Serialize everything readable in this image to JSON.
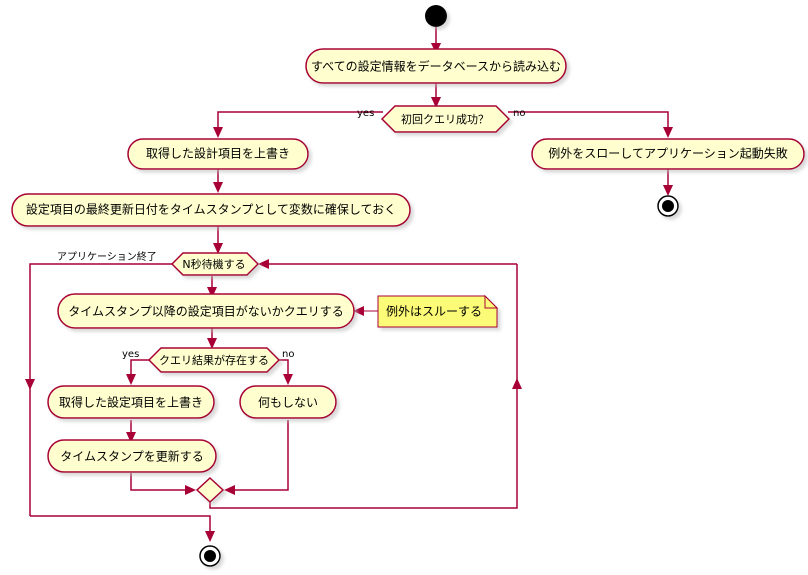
{
  "diagram": {
    "type": "activity-diagram",
    "title": "",
    "theme": {
      "node_fill": "#FEFECE",
      "node_stroke": "#A80036",
      "note_fill": "#FBFB77",
      "line_color": "#A80036",
      "background": "#FFFFFF",
      "text_color": "#000000"
    },
    "start_node": {
      "kind": "initial"
    },
    "activities": [
      {
        "id": "a1",
        "label": "すべての設定情報をデータベースから読み込む"
      },
      {
        "id": "a2",
        "label": "取得した設計項目を上書き"
      },
      {
        "id": "a3",
        "label": "設定項目の最終更新日付をタイムスタンプとして変数に確保しておく"
      },
      {
        "id": "a4",
        "label": "例外をスローしてアプリケーション起動失敗"
      },
      {
        "id": "a5",
        "label": "タイムスタンプ以降の設定項目がないかクエリする"
      },
      {
        "id": "a6",
        "label": "取得した設定項目を上書き"
      },
      {
        "id": "a7",
        "label": "何もしない"
      },
      {
        "id": "a8",
        "label": "タイムスタンプを更新する"
      }
    ],
    "decisions": [
      {
        "id": "d1",
        "label": "初回クエリ成功？",
        "yes_label": "yes",
        "no_label": "no"
      },
      {
        "id": "d2",
        "label": "N秒待機する",
        "exit_label": "アプリケーション終了"
      },
      {
        "id": "d3",
        "label": "クエリ結果が存在する",
        "yes_label": "yes",
        "no_label": "no"
      }
    ],
    "merges": [
      {
        "id": "m1",
        "kind": "merge-diamond"
      }
    ],
    "notes": [
      {
        "id": "n1",
        "label": "例外はスルーする",
        "attached_to": "a5"
      }
    ],
    "end_nodes": [
      {
        "id": "e1",
        "kind": "final"
      },
      {
        "id": "e2",
        "kind": "final"
      }
    ]
  }
}
